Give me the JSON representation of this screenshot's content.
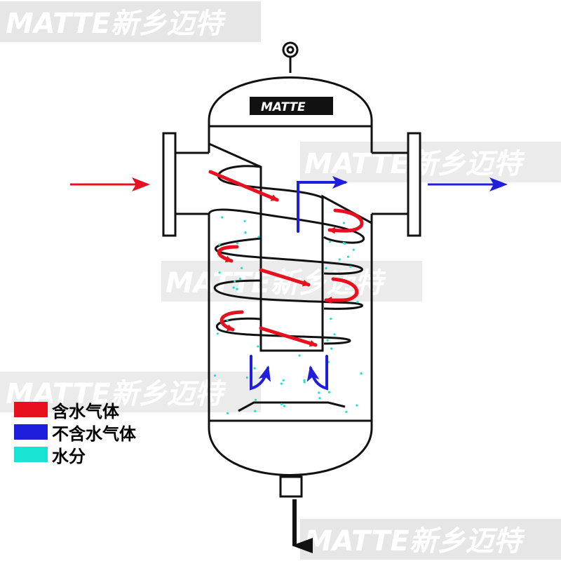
{
  "brand": "MATTE",
  "watermark": {
    "text": "MATTE新乡迈特",
    "partial": "MATTE新乡迈特"
  },
  "legend": {
    "items": [
      {
        "label": "含水气体",
        "color": "#e8101e"
      },
      {
        "label": "不含水气体",
        "color": "#1e1edc"
      },
      {
        "label": "水分",
        "color": "#19e3d2"
      }
    ]
  },
  "colors": {
    "wet_gas": "#e8101e",
    "dry_gas": "#1e1edc",
    "water": "#19e3d2",
    "outline": "#111111",
    "watermark_bg": "#e6e6e6"
  }
}
